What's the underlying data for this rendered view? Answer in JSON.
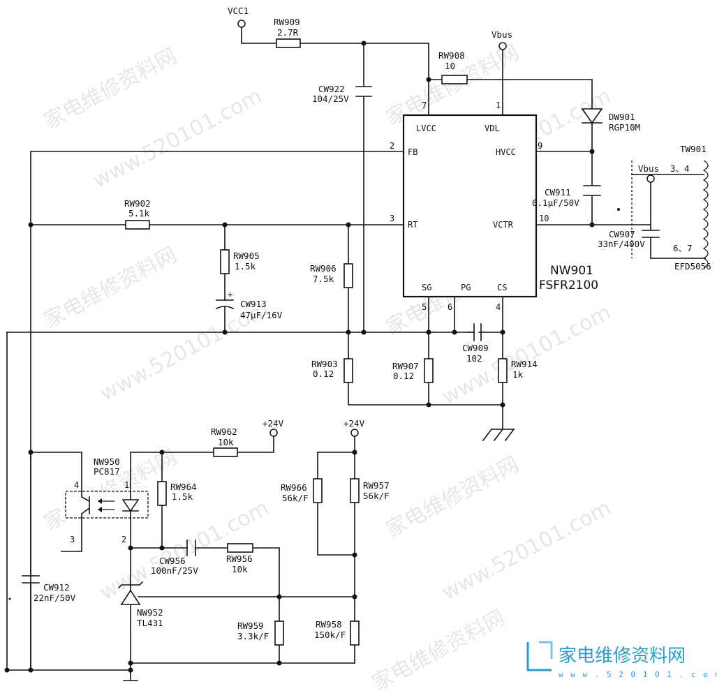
{
  "watermark": {
    "site_cn": "家电维修资料网",
    "site_url": "www.520101.com",
    "logo_cn": "家电维修资料网",
    "logo_url": "w w w . 5 2 0 1 0 1 . c o m"
  },
  "ic_main": {
    "ref": "NW901",
    "part": "FSFR2100",
    "pins": {
      "lvcc": "LVCC",
      "vdl": "VDL",
      "fb": "FB",
      "hvcc": "HVCC",
      "rt": "RT",
      "vctr": "VCTR",
      "sg": "SG",
      "pg": "PG",
      "cs": "CS"
    },
    "pin_numbers": {
      "lvcc": "7",
      "vdl": "1",
      "fb": "2",
      "hvcc": "9",
      "rt": "3",
      "vctr": "10",
      "sg": "5",
      "pg": "6",
      "cs": "4"
    }
  },
  "nets": {
    "vcc1": "VCC1",
    "vbus_top": "Vbus",
    "vbus_tr": "Vbus",
    "p24_a": "+24V",
    "p24_b": "+24V"
  },
  "components": {
    "rw909": {
      "ref": "RW909",
      "val": "2.7R"
    },
    "rw908": {
      "ref": "RW908",
      "val": "10"
    },
    "cw922": {
      "ref": "CW922",
      "val": "104/25V"
    },
    "dw901": {
      "ref": "DW901",
      "val": "RGP10M"
    },
    "cw911": {
      "ref": "CW911",
      "val": "0.1μF/50V"
    },
    "cw907": {
      "ref": "CW907",
      "val": "33nF/400V"
    },
    "rw902": {
      "ref": "RW902",
      "val": "5.1k"
    },
    "rw905": {
      "ref": "RW905",
      "val": "1.5k"
    },
    "cw913": {
      "ref": "CW913",
      "val": "47μF/16V"
    },
    "rw906": {
      "ref": "RW906",
      "val": "7.5k"
    },
    "cw909": {
      "ref": "CW909",
      "val": "102"
    },
    "rw903": {
      "ref": "RW903",
      "val": "0.12"
    },
    "rw907": {
      "ref": "RW907",
      "val": "0.12"
    },
    "rw914": {
      "ref": "RW914",
      "val": "1k"
    },
    "rw962": {
      "ref": "RW962",
      "val": "10k"
    },
    "nw950": {
      "ref": "NW950",
      "val": "PC817",
      "p1": "1",
      "p2": "2",
      "p3": "3",
      "p4": "4"
    },
    "rw964": {
      "ref": "RW964",
      "val": "1.5k"
    },
    "rw966": {
      "ref": "RW966",
      "val": "56k/F"
    },
    "rw957": {
      "ref": "RW957",
      "val": "56k/F"
    },
    "cw956": {
      "ref": "CW956",
      "val": "100nF/25V"
    },
    "rw956": {
      "ref": "RW956",
      "val": "10k"
    },
    "cw912": {
      "ref": "CW912",
      "val": "22nF/50V"
    },
    "nw952": {
      "ref": "NW952",
      "val": "TL431"
    },
    "rw959": {
      "ref": "RW959",
      "val": "3.3k/F"
    },
    "rw958": {
      "ref": "RW958",
      "val": "150k/F"
    }
  },
  "transformer": {
    "ref": "TW901",
    "pins_top": "3、4",
    "pins_bot": "6、7",
    "core": "EFD5056"
  }
}
